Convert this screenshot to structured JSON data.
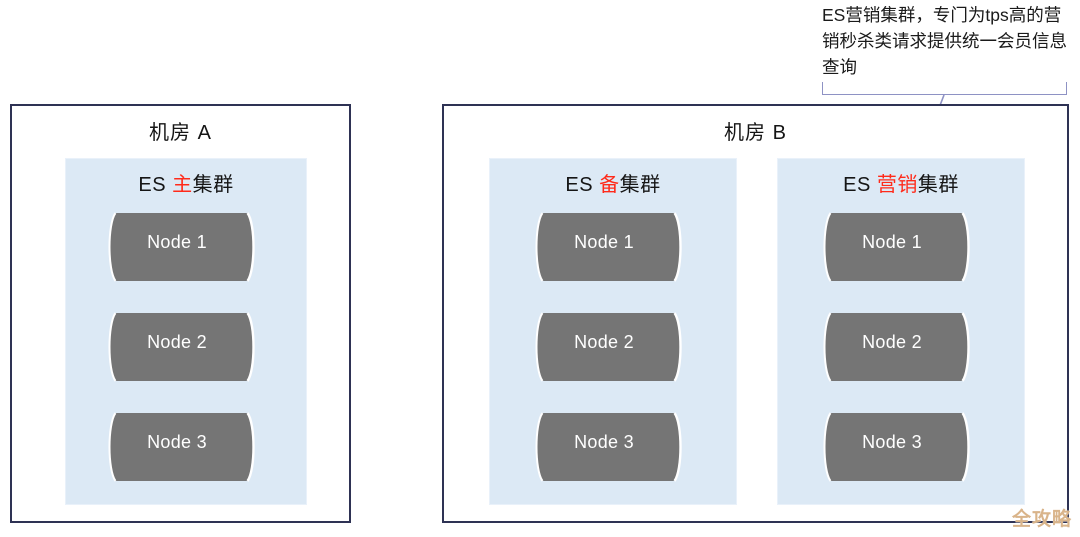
{
  "annotation": {
    "text": "ES营销集群，专门为tps高的营销秒杀类请求提供统一会员信息查询",
    "bracket_color": "#8e92c4",
    "leader_color": "#8e92c4"
  },
  "colors": {
    "box_border": "#2e3254",
    "panel_fill": "#dce9f5",
    "cylinder_fill": "#757575",
    "highlight_text": "#ff2a1a",
    "watermark": "#d9b48a",
    "page_background": "#ffffff"
  },
  "datacenters": [
    {
      "id": "dc-a",
      "title": "机房 A",
      "clusters": [
        {
          "id": "main",
          "title_prefix": "ES ",
          "title_highlight": "主",
          "title_suffix": "集群",
          "nodes": [
            {
              "label": "Node 1"
            },
            {
              "label": "Node 2"
            },
            {
              "label": "Node 3"
            }
          ]
        }
      ]
    },
    {
      "id": "dc-b",
      "title": "机房 B",
      "clusters": [
        {
          "id": "backup",
          "title_prefix": "ES ",
          "title_highlight": "备",
          "title_suffix": "集群",
          "nodes": [
            {
              "label": "Node 1"
            },
            {
              "label": "Node 2"
            },
            {
              "label": "Node 3"
            }
          ]
        },
        {
          "id": "marketing",
          "title_prefix": "ES ",
          "title_highlight": "营销",
          "title_suffix": "集群",
          "nodes": [
            {
              "label": "Node 1"
            },
            {
              "label": "Node 2"
            },
            {
              "label": "Node 3"
            }
          ]
        }
      ]
    }
  ],
  "watermark": {
    "text": "全攻略"
  }
}
